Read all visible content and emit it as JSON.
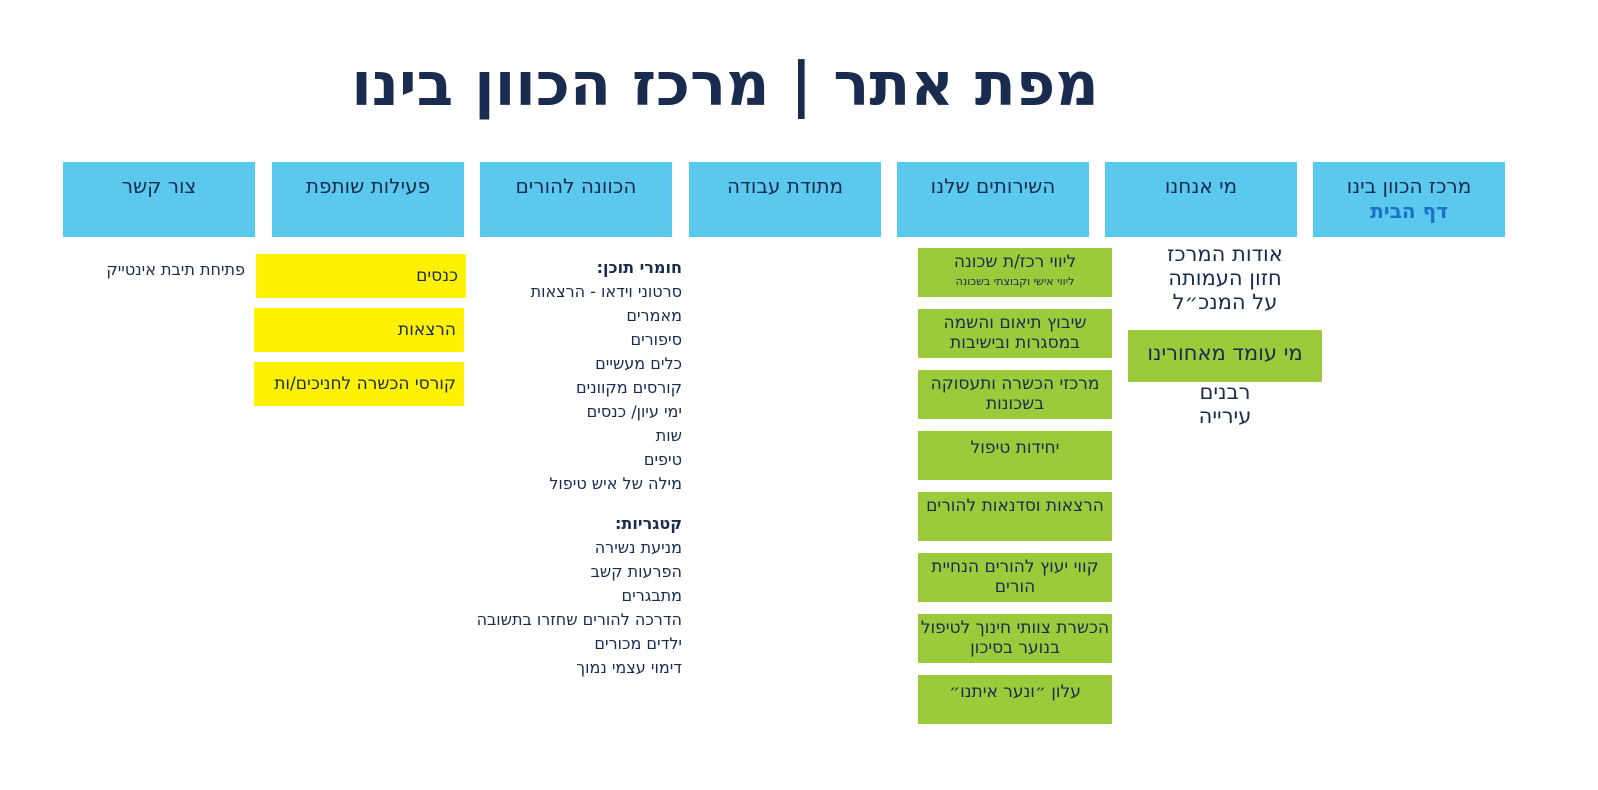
{
  "title": "מפת אתר | מרכז הכוון בינו",
  "columns": [
    {
      "label": "מרכז הכוון בינו",
      "sub": "דף הבית"
    },
    {
      "label": "מי אנחנו"
    },
    {
      "label": "השירותים שלנו"
    },
    {
      "label": "מתודת עבודה"
    },
    {
      "label": "הכוונה להורים"
    },
    {
      "label": "פעילות שותפת"
    },
    {
      "label": "צור קשר"
    }
  ],
  "about": {
    "lines": [
      "אודות המרכז",
      "חזון העמותה",
      "על המנכ״ל"
    ],
    "behind": "מי עומד מאחורינו",
    "lines2": [
      "רבנים",
      "עירייה"
    ]
  },
  "services": [
    {
      "label": "ליווי רכז/ת שכונה",
      "small": "ליווי אישי וקבוצתי בשכונה"
    },
    {
      "label": "שיבוץ תיאום והשמה במסגרות ובישיבות"
    },
    {
      "label": "מרכזי הכשרה ותעסוקה בשכונות"
    },
    {
      "label": "יחידות טיפול"
    },
    {
      "label": "הרצאות וסדנאות להורים"
    },
    {
      "label": "קווי יעוץ להורים הנחיית הורים"
    },
    {
      "label": "הכשרת צוותי חינוך לטיפול בנוער בסיכון"
    },
    {
      "label": "עלון ״ונער איתנו״"
    }
  ],
  "parents": {
    "content_head": "חומרי תוכן:",
    "content": [
      "סרטוני וידאו - הרצאות",
      "מאמרים",
      "סיפורים",
      "כלים מעשיים",
      "קורסים  מקוונים",
      "ימי עיון/ כנסים",
      "שות",
      "טיפים",
      "מילה של איש טיפול"
    ],
    "categories_head": "קטגריות:",
    "categories": [
      "מניעת נשירה",
      "הפרעות קשב",
      "מתבגרים",
      "הדרכה להורים שחזרו בתשובה",
      "ילדים מכורים",
      "דימוי עצמי נמוך"
    ]
  },
  "activity": [
    "כנסים",
    "הרצאות",
    "קורסי הכשרה לחניכים/ות"
  ],
  "contact": "פתיחת תיבת אינטייק",
  "colors": {
    "header": "#5bc8ee",
    "green": "#9bcb3a",
    "yellow": "#fff200",
    "text": "#1a2b50",
    "link": "#1a73c9"
  }
}
